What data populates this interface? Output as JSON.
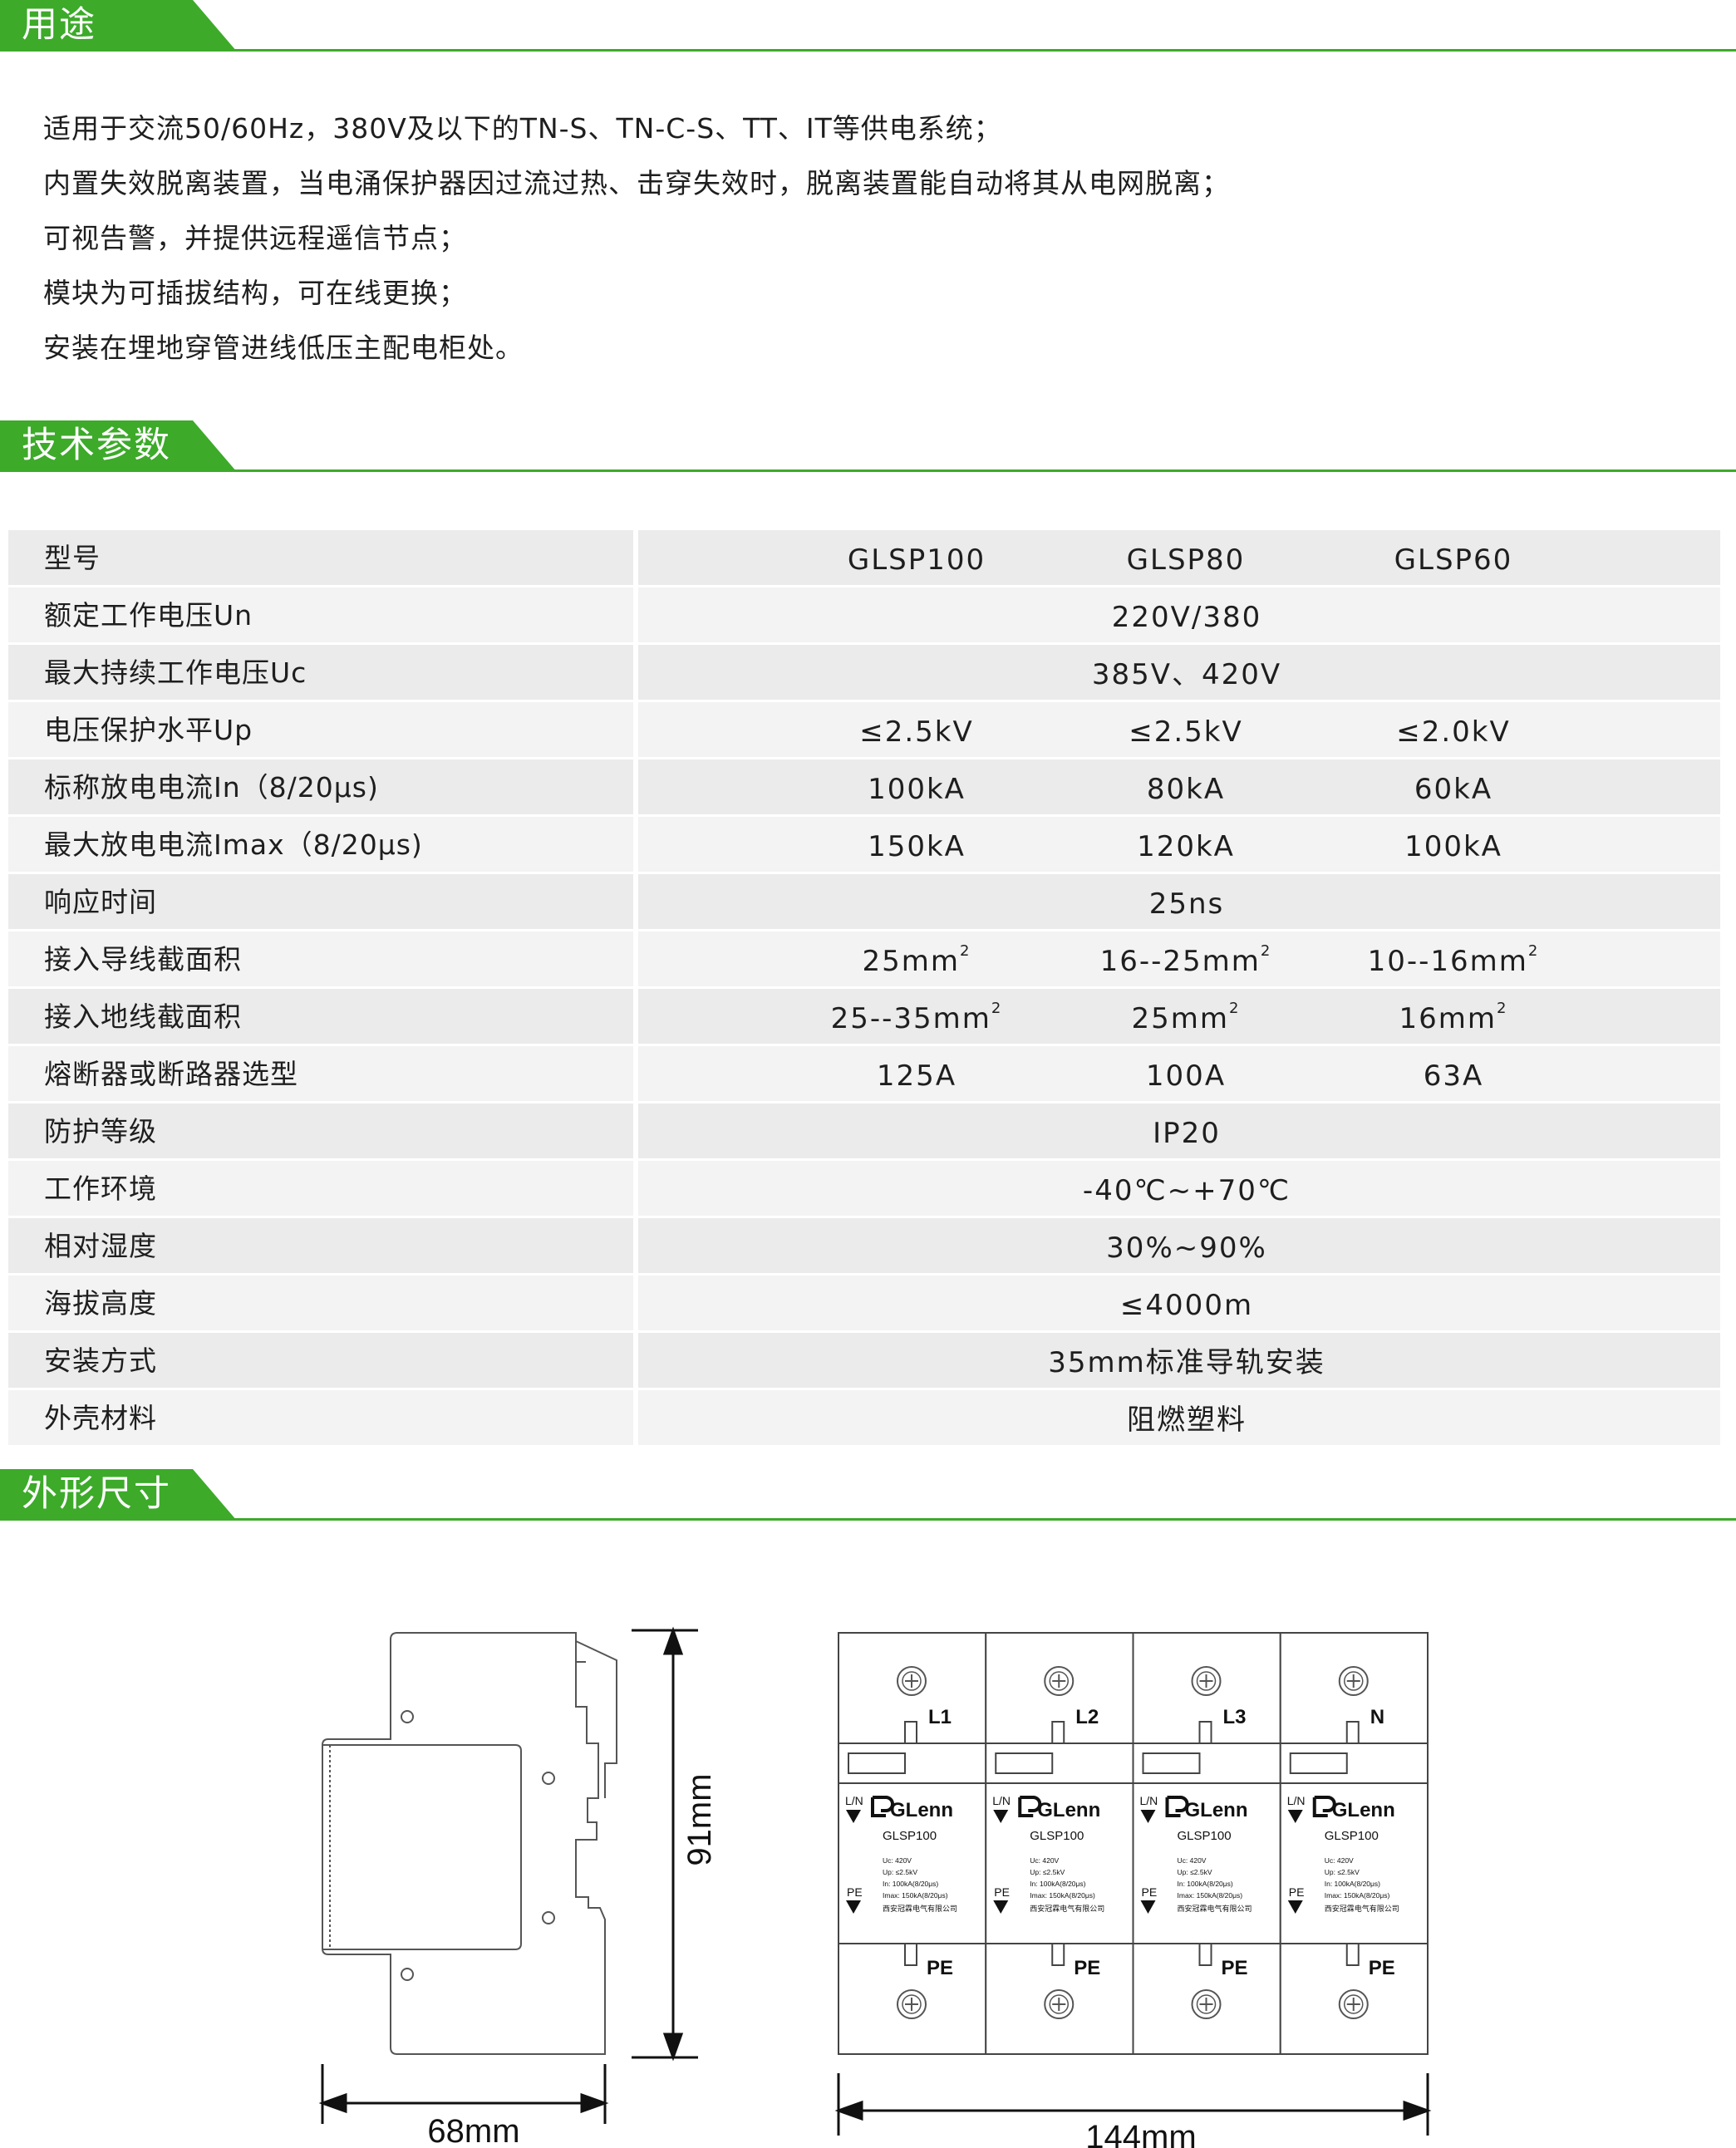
{
  "sections": {
    "usage_title": "用途",
    "spec_title": "技术参数",
    "dimension_title": "外形尺寸"
  },
  "usage_lines": [
    "适用于交流50/60Hz，380V及以下的TN-S、TN-C-S、TT、IT等供电系统；",
    "内置失效脱离装置，当电涌保护器因过流过热、击穿失效时，脱离装置能自动将其从电网脱离；",
    "可视告警，并提供远程遥信节点；",
    "模块为可插拔结构，可在线更换；",
    "安装在埋地穿管进线低压主配电柜处。"
  ],
  "spec_rows": [
    {
      "label": "型号",
      "values": [
        "GLSP100",
        "GLSP80",
        "GLSP60"
      ]
    },
    {
      "label": "额定工作电压Un",
      "common": "220V/380"
    },
    {
      "label": "最大持续工作电压Uc",
      "common": "385V、420V"
    },
    {
      "label": "电压保护水平Up",
      "values": [
        "≤2.5kV",
        "≤2.5kV",
        "≤2.0kV"
      ]
    },
    {
      "label": "标称放电电流In（8/20μs)",
      "values": [
        "100kA",
        "80kA",
        "60kA"
      ]
    },
    {
      "label": "最大放电电流Imax（8/20μs)",
      "values": [
        "150kA",
        "120kA",
        "100kA"
      ]
    },
    {
      "label": "响应时间",
      "common": "25ns"
    },
    {
      "label": "接入导线截面积",
      "values": [
        "25mm",
        "16--25mm",
        "10--16mm"
      ],
      "sup": "2"
    },
    {
      "label": "接入地线截面积",
      "values": [
        "25--35mm",
        "25mm",
        "16mm"
      ],
      "sup": "2"
    },
    {
      "label": "熔断器或断路器选型",
      "values": [
        "125A",
        "100A",
        "63A"
      ]
    },
    {
      "label": "防护等级",
      "common": "IP20"
    },
    {
      "label": "工作环境",
      "common": "-40℃~+70℃"
    },
    {
      "label": "相对湿度",
      "common": "30%~90%"
    },
    {
      "label": "海拔高度",
      "common": "≤4000m"
    },
    {
      "label": "安装方式",
      "common": "35mm标准导轨安装"
    },
    {
      "label": "外壳材料",
      "common": "阻燃塑料"
    }
  ],
  "drawing": {
    "height_label": "91mm",
    "width_side_label": "68mm",
    "width_front_label": "144mm",
    "modules": [
      {
        "phase": "L1",
        "pe": "PE"
      },
      {
        "phase": "L2",
        "pe": "PE"
      },
      {
        "phase": "L3",
        "pe": "PE"
      },
      {
        "phase": "N",
        "pe": "PE"
      }
    ],
    "module_text": {
      "ln_label": "L/N",
      "pe_label": "PE",
      "brand": "GLenn",
      "model": "GLSP100",
      "spec_lines": [
        "Uc:      420V",
        "Up:      ≤2.5kV",
        "In:      100kA(8/20μs)",
        "Imax:   150kA(8/20μs)"
      ],
      "company": "西安冠霖电气有限公司"
    }
  },
  "colors": {
    "accent": "#3daa2a",
    "row_dark": "#ebebeb",
    "row_light": "#f3f3f3"
  }
}
